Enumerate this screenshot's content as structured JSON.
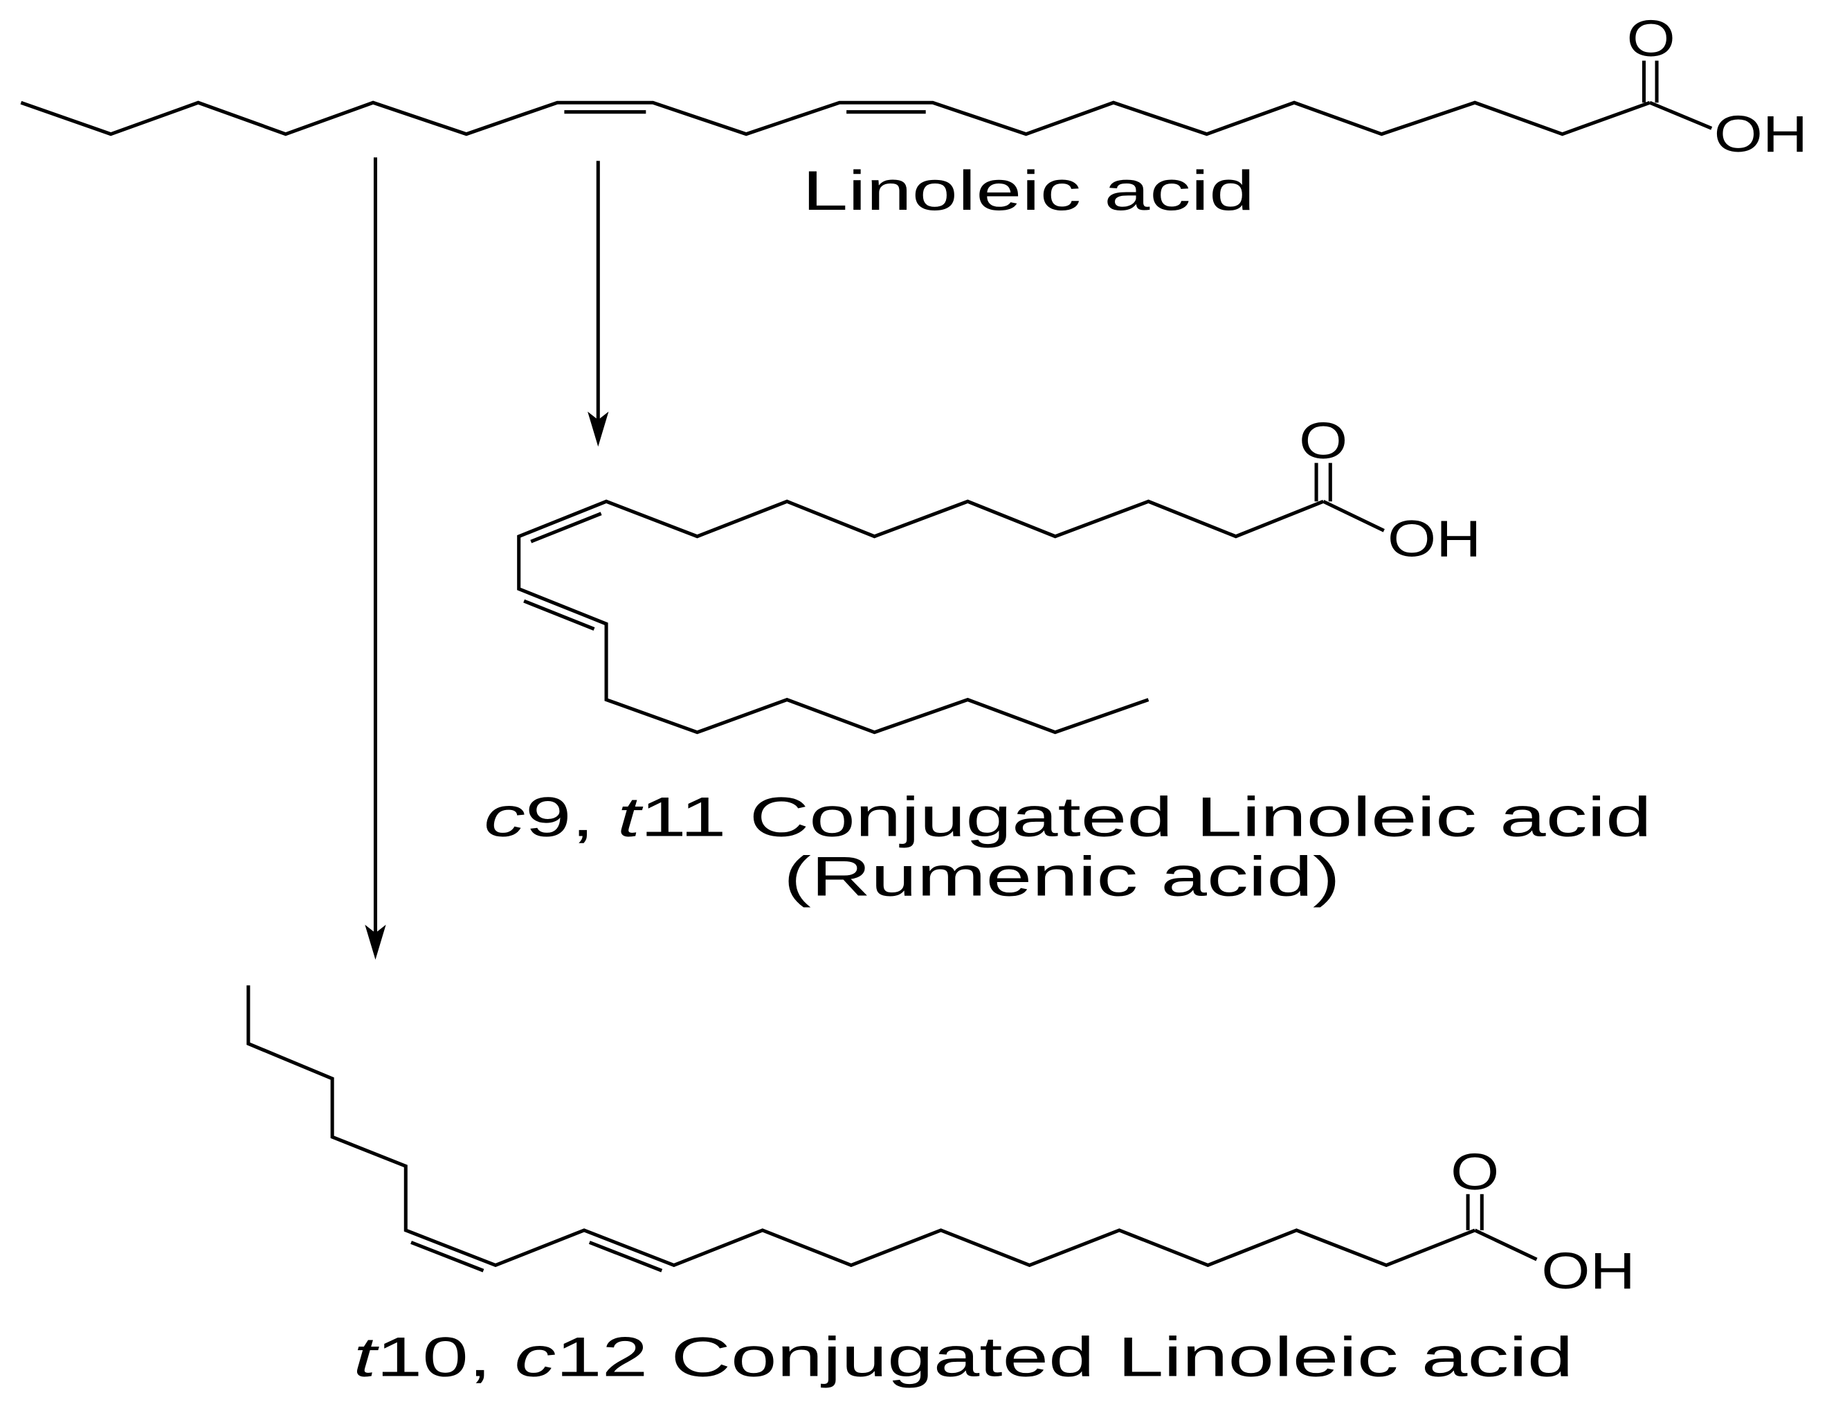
{
  "linoleic_acid": {
    "name": "Linoleic acid",
    "carbonyl_oxygen": "O",
    "hydroxyl": "OH"
  },
  "rumenic_acid": {
    "name": [
      "c",
      "9, ",
      "t",
      "11 Conjugated Linoleic acid"
    ],
    "trivial_name": "(Rumenic acid)",
    "carbonyl_oxygen": "O",
    "hydroxyl": "OH"
  },
  "t10_c12_cla": {
    "name": [
      "t",
      "10, ",
      "c",
      "12 Conjugated Linoleic acid"
    ],
    "carbonyl_oxygen": "O",
    "hydroxyl": "OH"
  }
}
